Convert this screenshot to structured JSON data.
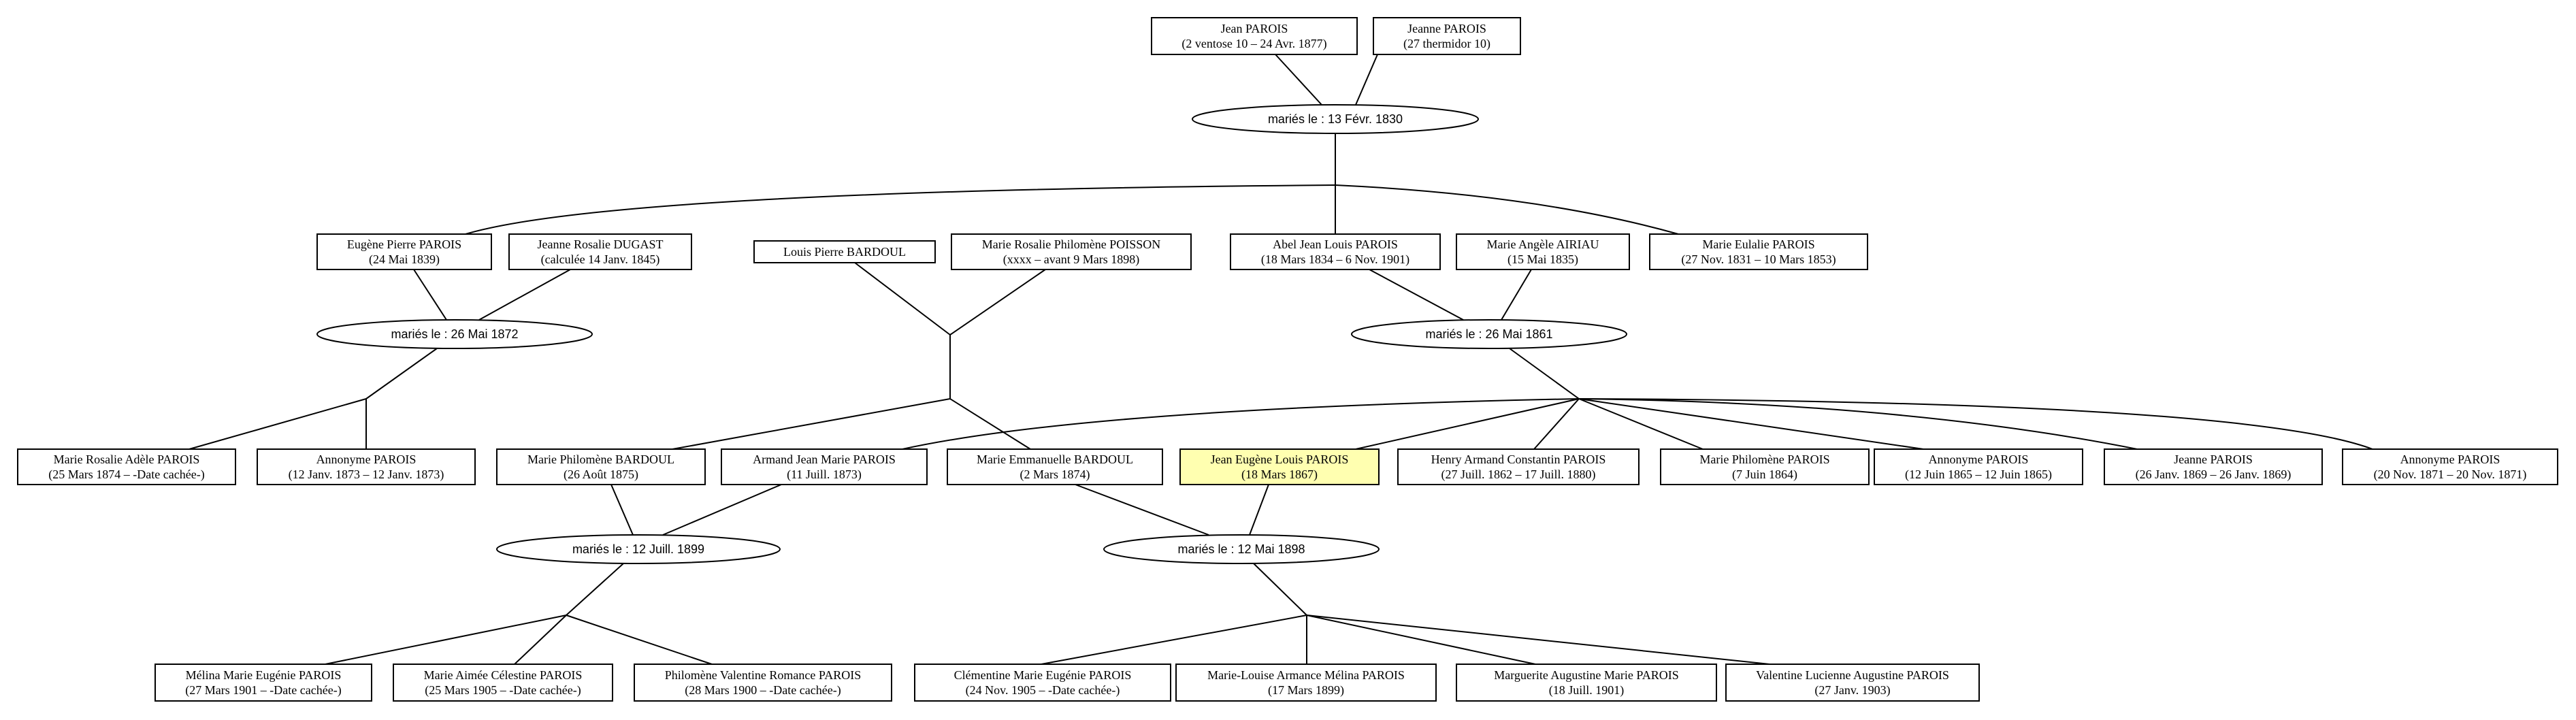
{
  "persons": {
    "jean_parois": {
      "name": "Jean PAROIS",
      "dates": "(2 ventose 10 – 24 Avr. 1877)"
    },
    "jeanne_parois_th": {
      "name": "Jeanne PAROIS",
      "dates": "(27 thermidor 10)"
    },
    "eugene_pierre": {
      "name": "Eugène Pierre PAROIS",
      "dates": "(24 Mai 1839)"
    },
    "jeanne_rosalie": {
      "name": "Jeanne Rosalie DUGAST",
      "dates": "(calculée 14 Janv. 1845)"
    },
    "louis_pierre": {
      "name": "Louis Pierre BARDOUL",
      "dates": ""
    },
    "marie_rosalie_poisson": {
      "name": "Marie Rosalie Philomène POISSON",
      "dates": "(xxxx – avant 9 Mars 1898)"
    },
    "abel_jean": {
      "name": "Abel Jean Louis PAROIS",
      "dates": "(18 Mars 1834 – 6 Nov. 1901)"
    },
    "marie_angele": {
      "name": "Marie Angèle AIRIAU",
      "dates": "(15 Mai 1835)"
    },
    "marie_eulalie": {
      "name": "Marie Eulalie PAROIS",
      "dates": "(27 Nov. 1831 – 10 Mars 1853)"
    },
    "marie_rosalie_adele": {
      "name": "Marie Rosalie Adèle PAROIS",
      "dates": "(25 Mars 1874 – -Date cachée-)"
    },
    "annonyme_1873": {
      "name": "Annonyme PAROIS",
      "dates": "(12 Janv. 1873 – 12 Janv. 1873)"
    },
    "marie_philomene_bardoul": {
      "name": "Marie Philomène BARDOUL",
      "dates": "(26 Août 1875)"
    },
    "armand_jean": {
      "name": "Armand Jean Marie PAROIS",
      "dates": "(11 Juill. 1873)"
    },
    "marie_emmanuelle": {
      "name": "Marie Emmanuelle BARDOUL",
      "dates": "(2 Mars 1874)"
    },
    "jean_eugene": {
      "name": "Jean Eugène Louis PAROIS",
      "dates": "(18 Mars 1867)"
    },
    "henry_armand": {
      "name": "Henry Armand Constantin PAROIS",
      "dates": "(27 Juill. 1862 – 17 Juill. 1880)"
    },
    "marie_philomene_parois": {
      "name": "Marie Philomène PAROIS",
      "dates": "(7 Juin 1864)"
    },
    "annonyme_1865": {
      "name": "Annonyme PAROIS",
      "dates": "(12 Juin 1865 – 12 Juin 1865)"
    },
    "jeanne_1869": {
      "name": "Jeanne PAROIS",
      "dates": "(26 Janv. 1869 – 26 Janv. 1869)"
    },
    "annonyme_1871": {
      "name": "Annonyme PAROIS",
      "dates": "(20 Nov. 1871 – 20 Nov. 1871)"
    },
    "melina": {
      "name": "Mélina Marie Eugénie PAROIS",
      "dates": "(27 Mars 1901 – -Date cachée-)"
    },
    "marie_aimee": {
      "name": "Marie Aimée Célestine PAROIS",
      "dates": "(25 Mars 1905 – -Date cachée-)"
    },
    "philomene_valentine": {
      "name": "Philomène Valentine Romance PAROIS",
      "dates": "(28 Mars 1900 – -Date cachée-)"
    },
    "clementine": {
      "name": "Clémentine Marie Eugénie PAROIS",
      "dates": "(24 Nov. 1905 – -Date cachée-)"
    },
    "marie_louise": {
      "name": "Marie-Louise Armance Mélina PAROIS",
      "dates": "(17 Mars 1899)"
    },
    "marguerite": {
      "name": "Marguerite Augustine Marie PAROIS",
      "dates": "(18 Juill. 1901)"
    },
    "valentine": {
      "name": "Valentine Lucienne Augustine PAROIS",
      "dates": "(27 Janv. 1903)"
    }
  },
  "unions": {
    "u1830": {
      "label": "mariés le : 13 Févr. 1830"
    },
    "u1872": {
      "label": "mariés le : 26 Mai 1872"
    },
    "u1861": {
      "label": "mariés le : 26 Mai 1861"
    },
    "u1899": {
      "label": "mariés le : 12 Juill. 1899"
    },
    "u1898": {
      "label": "mariés le : 12 Mai 1898"
    }
  },
  "highlighted_person": "jean_eugene",
  "colors": {
    "highlight": "#ffffb0",
    "line": "#000000",
    "box_fill": "#ffffff"
  }
}
